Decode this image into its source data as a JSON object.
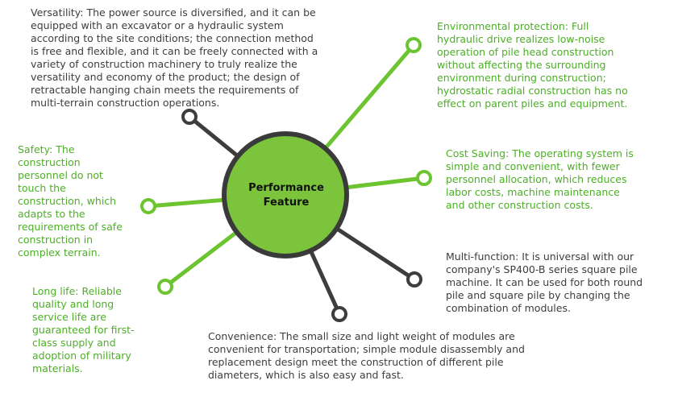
{
  "center": {
    "title_line1": "Performance",
    "title_line2": "Feature",
    "fill": "#7bc43c",
    "ring": "#3a3a3a"
  },
  "colors": {
    "green": "#6cc430",
    "dark": "#3d3d3d",
    "green_text": "#4caf26"
  },
  "features": [
    {
      "id": "versatility",
      "color": "dark",
      "text": "Versatility: The power source is diversified, and it can be equipped with an excavator or a hydraulic system according to the site conditions; the connection method is free and flexible, and it can be freely connected with a variety of construction machinery to truly realize the versatility and economy of the product; the design of retractable hanging chain meets the requirements of multi-terrain construction operations."
    },
    {
      "id": "environmental",
      "color": "green",
      "text": "Environmental protection: Full hydraulic drive realizes low-noise operation of pile head construction without affecting the surrounding environment during construction; hydrostatic radial construction has no effect on parent piles and equipment."
    },
    {
      "id": "safety",
      "color": "green",
      "text": "Safety: The construction personnel do not touch the construction, which adapts to the requirements of safe construction in complex terrain."
    },
    {
      "id": "cost-saving",
      "color": "green",
      "text": "Cost Saving: The operating system is simple and convenient, with fewer personnel allocation, which reduces labor costs, machine maintenance and other construction costs."
    },
    {
      "id": "multi-function",
      "color": "dark",
      "text": "Multi-function: It is universal with our company's SP400-B series square pile machine. It can be used for both round pile and square pile by changing the combination of modules."
    },
    {
      "id": "long-life",
      "color": "green",
      "text": "Long life: Reliable quality and long service life are guaranteed for first-class supply and adoption of military materials."
    },
    {
      "id": "convenience",
      "color": "dark",
      "text": "Convenience: The small size and light weight of modules are convenient for transportation; simple module disassembly and replacement design meet the construction of different pile diameters, which is also easy and fast."
    }
  ]
}
